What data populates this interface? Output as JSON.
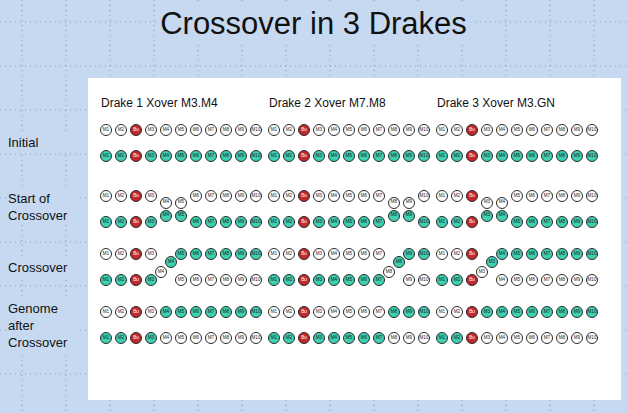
{
  "diagram": {
    "title": "Crossover in 3 Drakes",
    "nodes": [
      {
        "text": [
          "M1"
        ]
      },
      {
        "text": [
          "M2"
        ]
      },
      {
        "text": [
          "Bu"
        ]
      },
      {
        "text": [
          "M3"
        ]
      },
      {
        "text": [
          "M4"
        ]
      },
      {
        "text": [
          "M5"
        ]
      },
      {
        "text": [
          "M6"
        ]
      },
      {
        "text": [
          "M7"
        ]
      },
      {
        "text": [
          "M8"
        ]
      },
      {
        "text": [
          "M9"
        ]
      },
      {
        "text": [
          "M10"
        ]
      },
      {
        "text": [
          "M1"
        ]
      },
      {
        "text": [
          "M2"
        ]
      },
      {
        "text": [
          "Bu"
        ]
      },
      {
        "text": [
          "M3"
        ]
      },
      {
        "text": [
          "M4"
        ]
      },
      {
        "text": [
          "M5"
        ]
      },
      {
        "text": [
          "M6"
        ]
      },
      {
        "text": [
          "M7"
        ]
      },
      {
        "text": [
          "M8"
        ]
      },
      {
        "text": [
          "M9"
        ]
      },
      {
        "text": [
          "M10"
        ]
      },
      {
        "text": [
          "M1"
        ]
      },
      {
        "text": [
          "M2"
        ]
      },
      {
        "text": [
          "Bu"
        ]
      },
      {
        "text": [
          "M3"
        ]
      },
      {
        "text": [
          "M4"
        ]
      },
      {
        "text": [
          "M5"
        ]
      },
      {
        "text": [
          "M6"
        ]
      },
      {
        "text": [
          "M7"
        ]
      },
      {
        "text": [
          "M8"
        ]
      },
      {
        "text": [
          "M9"
        ]
      },
      {
        "text": [
          "M10"
        ]
      },
      {
        "text": [
          "M1"
        ]
      },
      {
        "text": [
          "M2"
        ]
      },
      {
        "text": [
          "Bu"
        ]
      },
      {
        "text": [
          "M3"
        ]
      },
      {
        "text": [
          "M4"
        ]
      },
      {
        "text": [
          "M5"
        ]
      },
      {
        "text": [
          "M6"
        ]
      },
      {
        "text": [
          "M7"
        ]
      },
      {
        "text": [
          "M8"
        ]
      },
      {
        "text": [
          "M9"
        ]
      },
      {
        "text": [
          "M10"
        ]
      },
      {
        "text": [
          "M1"
        ]
      },
      {
        "text": [
          "M2"
        ]
      },
      {
        "text": [
          "Bu"
        ]
      },
      {
        "text": [
          "M3"
        ]
      },
      {
        "text": [
          "M4"
        ]
      },
      {
        "text": [
          "M5"
        ]
      },
      {
        "text": [
          "M6"
        ]
      },
      {
        "text": [
          "M7"
        ]
      },
      {
        "text": [
          "M8"
        ]
      },
      {
        "text": [
          "M9"
        ]
      },
      {
        "text": [
          "M10"
        ]
      },
      {
        "text": [
          "M1"
        ]
      },
      {
        "text": [
          "M2"
        ]
      },
      {
        "text": [
          "Bu"
        ]
      },
      {
        "text": [
          "M3"
        ]
      },
      {
        "text": [
          "M4"
        ]
      },
      {
        "text": [
          "M5"
        ]
      },
      {
        "text": [
          "M6"
        ]
      },
      {
        "text": [
          "M7"
        ]
      },
      {
        "text": [
          "M8"
        ]
      },
      {
        "text": [
          "M9"
        ]
      },
      {
        "text": [
          "M10"
        ]
      },
      {
        "text": [
          "M1"
        ]
      },
      {
        "text": [
          "M2"
        ]
      },
      {
        "text": [
          "Bu"
        ]
      },
      {
        "text": [
          "M3"
        ]
      },
      {
        "text": [
          "M4"
        ]
      },
      {
        "text": [
          "M5"
        ]
      },
      {
        "text": [
          "M6"
        ]
      },
      {
        "text": [
          "M7"
        ]
      },
      {
        "text": [
          "M8"
        ]
      },
      {
        "text": [
          "M9"
        ]
      },
      {
        "text": [
          "M10"
        ]
      },
      {
        "text": [
          "M1"
        ]
      },
      {
        "text": [
          "M2"
        ]
      },
      {
        "text": [
          "Bu"
        ]
      },
      {
        "text": [
          "M3"
        ]
      },
      {
        "text": [
          "M4"
        ]
      },
      {
        "text": [
          "M5"
        ]
      },
      {
        "text": [
          "M6"
        ]
      },
      {
        "text": [
          "M7"
        ]
      },
      {
        "text": [
          "M8"
        ]
      },
      {
        "text": [
          "M9"
        ]
      },
      {
        "text": [
          "M10"
        ]
      },
      {
        "text": [
          "M1"
        ]
      },
      {
        "text": [
          "M2"
        ]
      },
      {
        "text": [
          "Bu"
        ]
      },
      {
        "text": [
          "M3"
        ]
      },
      {
        "text": [
          "M4"
        ]
      },
      {
        "text": [
          "M5"
        ]
      },
      {
        "text": [
          "M6"
        ]
      },
      {
        "text": [
          "M7"
        ]
      },
      {
        "text": [
          "M8"
        ]
      },
      {
        "text": [
          "M9"
        ]
      },
      {
        "text": [
          "M10"
        ]
      },
      {
        "text": [
          "M1"
        ]
      },
      {
        "text": [
          "M2"
        ]
      },
      {
        "text": [
          "Bu"
        ]
      },
      {
        "text": [
          "M3"
        ]
      },
      {
        "text": [
          "M4"
        ]
      },
      {
        "text": [
          "M5"
        ]
      },
      {
        "text": [
          "M6"
        ]
      },
      {
        "text": [
          "M7"
        ]
      },
      {
        "text": [
          "M8"
        ]
      },
      {
        "text": [
          "M9"
        ]
      },
      {
        "text": [
          "M10"
        ]
      },
      {
        "text": [
          "M1"
        ]
      },
      {
        "text": [
          "M2"
        ]
      },
      {
        "text": [
          "Bu"
        ]
      },
      {
        "text": [
          "M3"
        ]
      },
      {
        "text": [
          "M4"
        ]
      },
      {
        "text": [
          "M5"
        ]
      },
      {
        "text": [
          "M6"
        ]
      },
      {
        "text": [
          "M7"
        ]
      },
      {
        "text": [
          "M8"
        ]
      },
      {
        "text": [
          "M9"
        ]
      },
      {
        "text": [
          "M10"
        ]
      },
      {
        "text": [
          "M1"
        ]
      },
      {
        "text": [
          "M2"
        ]
      },
      {
        "text": [
          "Bu"
        ]
      },
      {
        "text": [
          "M3"
        ]
      },
      {
        "text": [
          "M4"
        ]
      },
      {
        "text": [
          "M5"
        ]
      },
      {
        "text": [
          "M6"
        ]
      },
      {
        "text": [
          "M7"
        ]
      },
      {
        "text": [
          "M8"
        ]
      },
      {
        "text": [
          "M9"
        ]
      },
      {
        "text": [
          "M10"
        ]
      },
      {
        "text": [
          "M1"
        ]
      },
      {
        "text": [
          "M2"
        ]
      },
      {
        "text": [
          "Bu"
        ]
      },
      {
        "text": [
          "M3"
        ]
      },
      {
        "text": [
          "M4"
        ]
      },
      {
        "text": [
          "M5"
        ]
      },
      {
        "text": [
          "M6"
        ]
      },
      {
        "text": [
          "M7"
        ]
      },
      {
        "text": [
          "M8"
        ]
      },
      {
        "text": [
          "M9"
        ]
      },
      {
        "text": [
          "M10"
        ]
      },
      {
        "text": [
          "M1"
        ]
      },
      {
        "text": [
          "M2"
        ]
      },
      {
        "text": [
          "Bu"
        ]
      },
      {
        "text": [
          "M3"
        ]
      },
      {
        "text": [
          "M4"
        ]
      },
      {
        "text": [
          "M5"
        ]
      },
      {
        "text": [
          "M6"
        ]
      },
      {
        "text": [
          "M7"
        ]
      },
      {
        "text": [
          "M8"
        ]
      },
      {
        "text": [
          "M9"
        ]
      },
      {
        "text": [
          "M10"
        ]
      },
      {
        "text": [
          "M1"
        ]
      },
      {
        "text": [
          "M2"
        ]
      },
      {
        "text": [
          "Bu"
        ]
      },
      {
        "text": [
          "M3"
        ]
      },
      {
        "text": [
          "M4"
        ]
      },
      {
        "text": [
          "M5"
        ]
      },
      {
        "text": [
          "M6"
        ]
      },
      {
        "text": [
          "M7"
        ]
      },
      {
        "text": [
          "M8"
        ]
      },
      {
        "text": [
          "M9"
        ]
      },
      {
        "text": [
          "M10"
        ]
      },
      {
        "text": [
          "M1"
        ]
      },
      {
        "text": [
          "M2"
        ]
      },
      {
        "text": [
          "Bu"
        ]
      },
      {
        "text": [
          "M3"
        ]
      },
      {
        "text": [
          "M4"
        ]
      },
      {
        "text": [
          "M5"
        ]
      },
      {
        "text": [
          "M6"
        ]
      },
      {
        "text": [
          "M7"
        ]
      },
      {
        "text": [
          "M8"
        ]
      },
      {
        "text": [
          "M9"
        ]
      },
      {
        "text": [
          "M10"
        ]
      },
      {
        "text": [
          "M1"
        ]
      },
      {
        "text": [
          "M2"
        ]
      },
      {
        "text": [
          "Bu"
        ]
      },
      {
        "text": [
          "M3"
        ]
      },
      {
        "text": [
          "M4"
        ]
      },
      {
        "text": [
          "M5"
        ]
      },
      {
        "text": [
          "M6"
        ]
      },
      {
        "text": [
          "M7"
        ]
      },
      {
        "text": [
          "M8"
        ]
      },
      {
        "text": [
          "M9"
        ]
      },
      {
        "text": [
          "M10"
        ]
      },
      {
        "text": [
          "M1"
        ]
      },
      {
        "text": [
          "M2"
        ]
      },
      {
        "text": [
          "Bu"
        ]
      },
      {
        "text": [
          "M3"
        ]
      },
      {
        "text": [
          "M4"
        ]
      },
      {
        "text": [
          "M5"
        ]
      },
      {
        "text": [
          "M6"
        ]
      },
      {
        "text": [
          "M7"
        ]
      },
      {
        "text": [
          "M8"
        ]
      },
      {
        "text": [
          "M9"
        ]
      },
      {
        "text": [
          "M10"
        ]
      },
      {
        "text": [
          "M1"
        ]
      },
      {
        "text": [
          "M2"
        ]
      },
      {
        "text": [
          "Bu"
        ]
      },
      {
        "text": [
          "M3"
        ]
      },
      {
        "text": [
          "M4"
        ]
      },
      {
        "text": [
          "M5"
        ]
      },
      {
        "text": [
          "M6"
        ]
      },
      {
        "text": [
          "M7"
        ]
      },
      {
        "text": [
          "M8"
        ]
      },
      {
        "text": [
          "M9"
        ]
      },
      {
        "text": [
          "M10"
        ]
      },
      {
        "text": [
          "M1"
        ]
      },
      {
        "text": [
          "M2"
        ]
      },
      {
        "text": [
          "Bu"
        ]
      },
      {
        "text": [
          "M3"
        ]
      },
      {
        "text": [
          "M4"
        ]
      },
      {
        "text": [
          "M5"
        ]
      },
      {
        "text": [
          "M6"
        ]
      },
      {
        "text": [
          "M7"
        ]
      },
      {
        "text": [
          "M8"
        ]
      },
      {
        "text": [
          "M9"
        ]
      },
      {
        "text": [
          "M10"
        ]
      },
      {
        "text": [
          "M1"
        ]
      },
      {
        "text": [
          "M2"
        ]
      },
      {
        "text": [
          "Bu"
        ]
      },
      {
        "text": [
          "M3"
        ]
      },
      {
        "text": [
          "M4"
        ]
      },
      {
        "text": [
          "M5"
        ]
      },
      {
        "text": [
          "M6"
        ]
      },
      {
        "text": [
          "M7"
        ]
      },
      {
        "text": [
          "M8"
        ]
      },
      {
        "text": [
          "M9"
        ]
      },
      {
        "text": [
          "M10"
        ]
      },
      {
        "text": [
          "M1"
        ]
      },
      {
        "text": [
          "M2"
        ]
      },
      {
        "text": [
          "Bu"
        ]
      },
      {
        "text": [
          "M3"
        ]
      },
      {
        "text": [
          "M4"
        ]
      },
      {
        "text": [
          "M5"
        ]
      },
      {
        "text": [
          "M6"
        ]
      },
      {
        "text": [
          "M7"
        ]
      },
      {
        "text": [
          "M8"
        ]
      },
      {
        "text": [
          "M9"
        ]
      },
      {
        "text": [
          "M10"
        ]
      },
      {
        "text": [
          "M1"
        ]
      },
      {
        "text": [
          "M2"
        ]
      },
      {
        "text": [
          "Bu"
        ]
      },
      {
        "text": [
          "M3"
        ]
      },
      {
        "text": [
          "M4"
        ]
      },
      {
        "text": [
          "M5"
        ]
      },
      {
        "text": [
          "M6"
        ]
      },
      {
        "text": [
          "M7"
        ]
      },
      {
        "text": [
          "M8"
        ]
      },
      {
        "text": [
          "M9"
        ]
      },
      {
        "text": [
          "M10"
        ]
      },
      {
        "text": [
          "M1"
        ]
      },
      {
        "text": [
          "M2"
        ]
      },
      {
        "text": [
          "Bu"
        ]
      },
      {
        "text": [
          "M3"
        ]
      },
      {
        "text": [
          "M4"
        ]
      },
      {
        "text": [
          "M5"
        ]
      },
      {
        "text": [
          "M6"
        ]
      },
      {
        "text": [
          "M7"
        ]
      },
      {
        "text": [
          "M8"
        ]
      },
      {
        "text": [
          "M9"
        ]
      },
      {
        "text": [
          "M10"
        ]
      }
    ],
    "labels": [
      "Drake 1 Xover M3.M4",
      "Drake 2 Xover M7.M8",
      "Drake 3 Xover M3.GN",
      "Initial",
      "Start of Crossover",
      "Crossover",
      "Genome after Crossover"
    ]
  }
}
